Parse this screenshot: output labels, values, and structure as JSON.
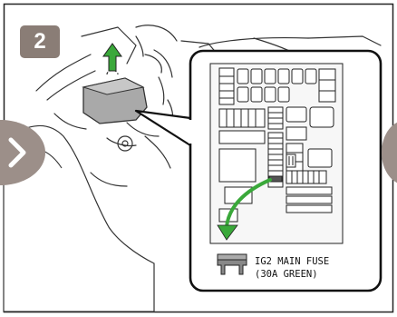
{
  "step": {
    "number": "2"
  },
  "callout": {
    "fuse_name": "IG2 MAIN FUSE",
    "fuse_spec": "(30A GREEN)"
  },
  "colors": {
    "badge": "#8a7d76",
    "arrow_green": "#3aa83a",
    "nav": "#9c8f89",
    "fuse_box": "#a9a9a9"
  },
  "icons": {
    "prev": "chevron-left-icon",
    "next": "chevron-right-icon"
  }
}
